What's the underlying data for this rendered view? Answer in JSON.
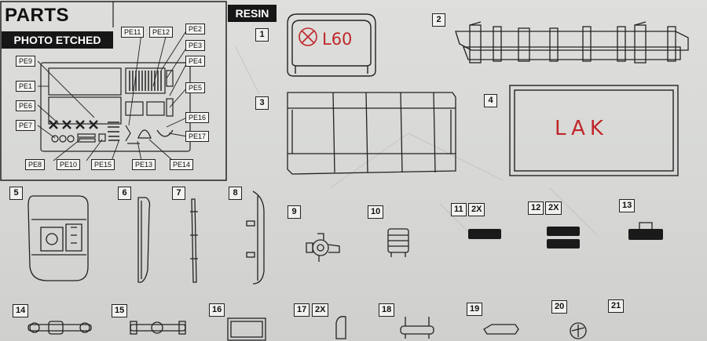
{
  "parts_panel": {
    "title": "PARTS",
    "subtitle": "PHOTO ETCHED",
    "pe_labels": [
      "PE11",
      "PE12",
      "PE2",
      "PE3",
      "PE4",
      "PE5",
      "PE9",
      "PE1",
      "PE6",
      "PE7",
      "PE16",
      "PE17",
      "PE8",
      "PE10",
      "PE15",
      "PE13",
      "PE14"
    ]
  },
  "resin_panel": {
    "title": "RESIN"
  },
  "part_numbers": [
    "1",
    "2",
    "3",
    "4",
    "5",
    "6",
    "7",
    "8",
    "9",
    "10",
    "11",
    "12",
    "13",
    "14",
    "15",
    "16",
    "17",
    "18",
    "19",
    "20",
    "21"
  ],
  "quantity_badges": {
    "p11": "2X",
    "p12": "2X",
    "p17": "2X"
  },
  "handwritten": {
    "part1_note": "L60",
    "part4_note": "LAK"
  },
  "colors": {
    "ink": "#1a1a1a",
    "handwriting": "#c0262b",
    "paper": "#dcdcda"
  }
}
